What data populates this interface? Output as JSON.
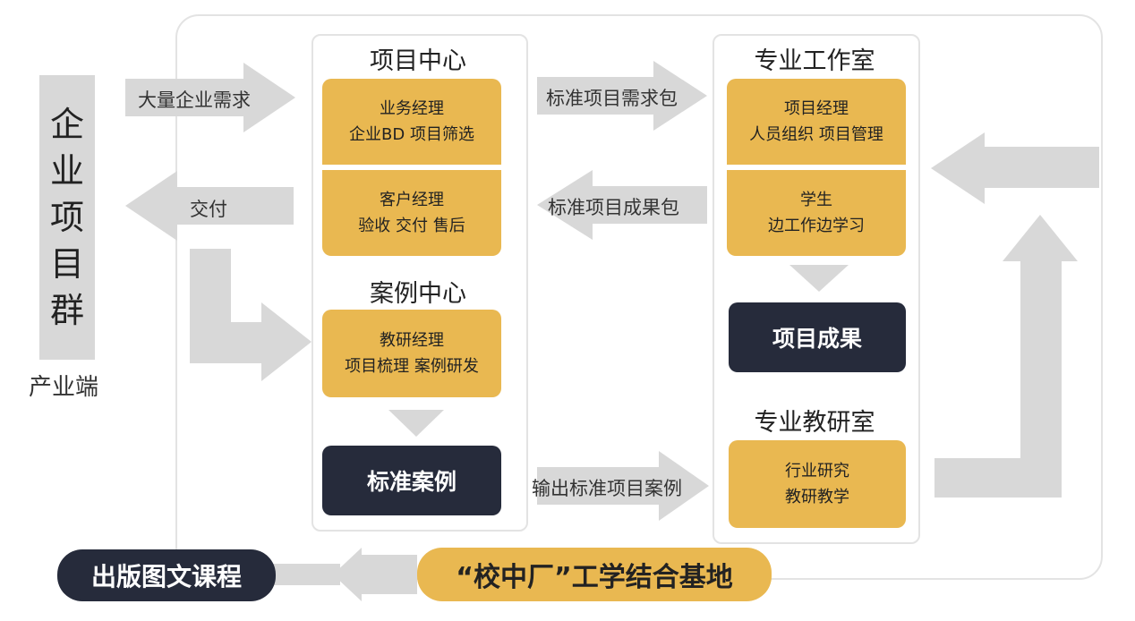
{
  "left": {
    "vertical_title": [
      "企",
      "业",
      "项",
      "目",
      "群"
    ],
    "side_label": "产业端"
  },
  "project_center": {
    "title": "项目中心",
    "boxes": [
      {
        "line1": "业务经理",
        "line2": "企业BD 项目筛选"
      },
      {
        "line1": "客户经理",
        "line2": "验收 交付 售后"
      }
    ]
  },
  "case_center": {
    "title": "案例中心",
    "box": {
      "line1": "教研经理",
      "line2": "项目梳理 案例研发"
    },
    "result": "标准案例"
  },
  "studio": {
    "title": "专业工作室",
    "boxes": [
      {
        "line1": "项目经理",
        "line2": "人员组织 项目管理"
      },
      {
        "line1": "学生",
        "line2": "边工作边学习"
      }
    ],
    "result": "项目成果"
  },
  "research_room": {
    "title": "专业教研室",
    "box": {
      "line1": "行业研究",
      "line2": "教研教学"
    }
  },
  "arrows": {
    "demand": "大量企业需求",
    "deliver": "交付",
    "standard_demand": "标准项目需求包",
    "standard_result": "标准项目成果包",
    "output_case": "输出标准项目案例"
  },
  "bottom": {
    "publish": "出版图文课程",
    "base": "“校中厂”工学结合基地"
  },
  "colors": {
    "yellow": "#e9b851",
    "dark": "#262b3b",
    "arrow_gray": "#d8d8d8",
    "frame": "#e3e3e3"
  }
}
